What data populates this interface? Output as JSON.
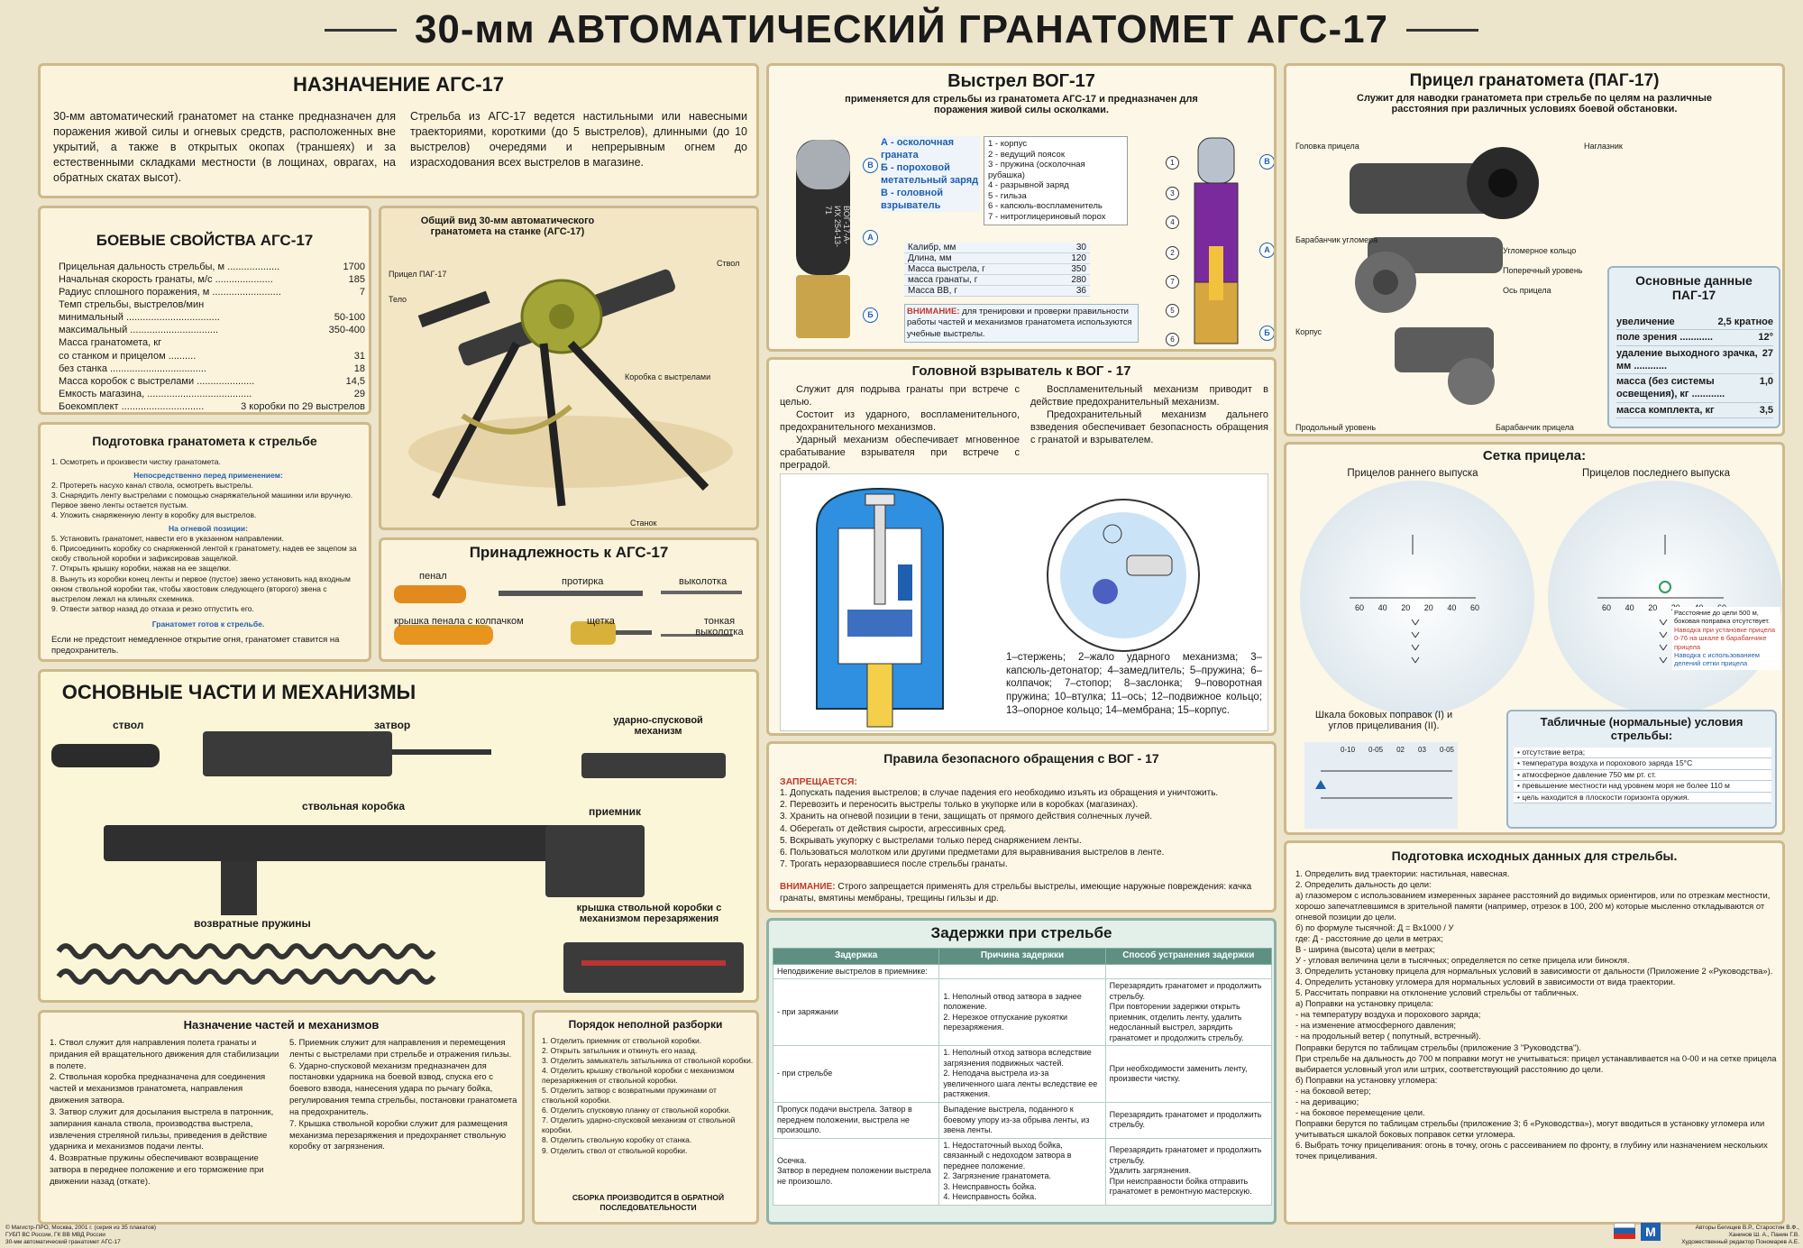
{
  "title": "30-мм АВТОМАТИЧЕСКИЙ ГРАНАТОМЕТ АГС-17",
  "purpose": {
    "heading": "НАЗНАЧЕНИЕ АГС-17",
    "col1": "30-мм автоматический гранатомет на станке предназначен для поражения живой силы и огневых средств, расположенных вне укрытий, а также в открытых окопах (траншеях) и за естественными складками местности (в лощинах, оврагах, на обратных скатах высот).",
    "col2": "Стрельба из АГС-17 ведется настильными или навесными траекториями, короткими (до 5 выстрелов), длинными (до 10 выстрелов) очередями и непрерывным огнем до израсходования всех выстрелов в магазине."
  },
  "combat": {
    "heading": "БОЕВЫЕ СВОЙСТВА АГС-17",
    "rows": [
      {
        "l": "Прицельная дальность стрельбы, м ...................",
        "v": "1700"
      },
      {
        "l": "Начальная скорость гранаты, м/с .....................",
        "v": "185"
      },
      {
        "l": "Радиус сплошного поражения, м .........................",
        "v": "7"
      },
      {
        "l": "Темп стрельбы, выстрелов/мин",
        "v": ""
      },
      {
        "l": "                 минимальный ..................................",
        "v": "50-100"
      },
      {
        "l": "                 максимальный ................................",
        "v": "350-400"
      },
      {
        "l": "Масса гранатомета, кг",
        "v": ""
      },
      {
        "l": "            со станком и прицелом ..........",
        "v": "31"
      },
      {
        "l": "            без станка ...................................",
        "v": "18"
      },
      {
        "l": "Масса коробок с выстрелами .....................",
        "v": "14,5"
      },
      {
        "l": "Емкость магазина, ......................................",
        "v": "29"
      },
      {
        "l": "Боекомплект ..............................",
        "v": "3 коробки по 29 выстрелов"
      }
    ]
  },
  "general_view": {
    "caption": "Общий вид 30-мм автоматического гранатомета на станке (АГС-17)",
    "labels": [
      "Прицел ПАГ-17",
      "Тело",
      "Ствол",
      "Коробка с выстрелами",
      "Станок"
    ]
  },
  "prep": {
    "heading": "Подготовка гранатомета к стрельбе",
    "items1": [
      "1. Осмотреть и произвести чистку гранатомета."
    ],
    "sub1": "Непосредственно перед применением:",
    "items2": [
      "2. Протереть насухо канал ствола, осмотреть выстрелы.",
      "3. Снарядить ленту выстрелами с помощью снаряжательной машинки или вручную. Первое звено ленты остается пустым.",
      "4. Уложить снаряженную ленту в коробку для выстрелов."
    ],
    "sub2": "На огневой позиции:",
    "items3": [
      "5. Установить гранатомет, навести его в указанном направлении.",
      "6. Присоединить коробку со снаряженной лентой к гранатомету, надев ее зацепом за скобу ствольной коробки и зафиксировав защелкой.",
      "7. Открыть крышку коробки, нажав на ее защелки.",
      "8. Вынуть из коробки конец ленты и первое (пустое) звено установить над входным окном ствольной коробки так, чтобы хвостовик следующего (второго) звена с выстрелом лежал на клиньях схемника.",
      "9. Отвести затвор назад до отказа и резко отпустить его."
    ],
    "ready": "Гранатомет готов к стрельбе.",
    "note": "Если не предстоит немедленное открытие огня, гранатомет ставится на предохранитель."
  },
  "accessories": {
    "heading": "Принадлежность к АГС-17",
    "items": [
      "пенал",
      "протирка",
      "выколотка",
      "крышка пенала с колпачком",
      "щетка",
      "тонкая выколотка"
    ]
  },
  "vog": {
    "heading": "Выстрел ВОГ-17",
    "sub": "применяется для стрельбы из гранатомета АГС-17 и предназначен для поражения живой силы осколками.",
    "legend": [
      "А - осколочная граната",
      "Б - пороховой метательный заряд",
      "В - головной взрыватель"
    ],
    "parts": [
      "1 - корпус",
      "2 - ведущий поясок",
      "3 - пружина (осколочная рубашка)",
      "4 - разрывной заряд",
      "5 - гильза",
      "6 - капсюль-воспламенитель",
      "7 - нитроглицериновый порох"
    ],
    "stamp": "ВОГ-17-А-ИХ 254-13-71",
    "specs": [
      {
        "l": "Калибр, мм",
        "v": "30"
      },
      {
        "l": "Длина, мм",
        "v": "120"
      },
      {
        "l": "Масса выстрела, г",
        "v": "350"
      },
      {
        "l": "масса гранаты, г",
        "v": "280"
      },
      {
        "l": "Масса ВВ, г",
        "v": "36"
      }
    ],
    "warn_label": "ВНИМАНИЕ:",
    "warn": "для тренировки и проверки правильности работы частей и механизмов гранатомета используются учебные выстрелы."
  },
  "fuze": {
    "heading": "Головной взрыватель к ВОГ - 17",
    "p1": "Служит для подрыва гранаты при встрече с целью.",
    "p2": "Состоит из ударного, воспламенительного, предохранительного механизмов.",
    "p3": "Ударный механизм обеспечивает мгновенное срабатывание взрывателя при встрече с преградой.",
    "p4": "Воспламенительный механизм приводит в действие предохранительный механизм.",
    "p5": "Предохранительный механизм дальнего взведения обеспечивает безопасность обращения с гранатой и взрывателем.",
    "legend": "1–стержень; 2–жало ударного механизма; 3–капсюль-детонатор; 4–замедлитель; 5–пружина; 6–колпачок; 7–стопор; 8–заслонка; 9–поворотная пружина; 10–втулка; 11–ось; 12–подвижное кольцо; 13–опорное кольцо; 14–мембрана; 15–корпус."
  },
  "safety": {
    "heading": "Правила безопасного обращения с ВОГ - 17",
    "forbidden": "ЗАПРЕЩАЕТСЯ:",
    "items": [
      "1. Допускать падения выстрелов; в случае падения его необходимо изъять из обращения и уничтожить.",
      "2. Перевозить и переносить выстрелы только в укупорке или в коробках (магазинах).",
      "3. Хранить на огневой позиции в тени, защищать от прямого действия солнечных лучей.",
      "4. Оберегать от действия сырости, агрессивных сред.",
      "5. Вскрывать укупорку с выстрелами только перед снаряжением ленты.",
      "6. Пользоваться молотком или другими предметами для выравнивания выстрелов в ленте.",
      "7. Трогать неразорвавшиеся после стрельбы гранаты."
    ],
    "warn_label": "ВНИМАНИЕ:",
    "warn": "Строго запрещается применять для стрельбы выстрелы, имеющие наружные повреждения: качка гранаты, вмятины мембраны, трещины гильзы и др."
  },
  "sight": {
    "heading": "Прицел гранатомета (ПАГ-17)",
    "sub": "Служит для наводки гранатомета при стрельбе по целям на различные расстояния при различных условиях боевой обстановки.",
    "labels": [
      "Головка прицела",
      "Наглазник",
      "Барабанчик угломера",
      "Угломерное кольцо",
      "Поперечный уровень",
      "Ось прицела",
      "Корпус",
      "Продольный уровень",
      "Барабанчик прицела"
    ],
    "data_heading": "Основные данные ПАГ-17",
    "data": [
      {
        "l": "увеличение",
        "v": "2,5 кратное"
      },
      {
        "l": "поле зрения ............",
        "v": "12°"
      },
      {
        "l": "удаление выходного зрачка, мм ............",
        "v": "27"
      },
      {
        "l": "масса (без системы освещения), кг ............",
        "v": "1,0"
      },
      {
        "l": "масса комплекта, кг",
        "v": "3,5"
      }
    ]
  },
  "reticle": {
    "heading": "Сетка прицела:",
    "early": "Прицелов раннего выпуска",
    "late": "Прицелов последнего выпуска",
    "scale_nums": [
      "60",
      "40",
      "20",
      "20",
      "40",
      "60"
    ],
    "notes": [
      "Расстояние до цели 500 м, боковая поправка отсутствует.",
      "Наводка при установке прицела 0-76 на шкале в барабанчике прицела",
      "Наводка с использованием делений сетки прицела"
    ],
    "scale_caption": "Шкала боковых поправок (I) и углов прицеливания (II).",
    "scale_labels": [
      "0-10",
      "0-05",
      "02",
      "03",
      "0-05"
    ]
  },
  "normal": {
    "heading": "Табличные (нормальные) условия стрельбы:",
    "items": [
      "отсутствие ветра;",
      "температура воздуха и порохового заряда 15°С",
      "атмосферное давление 750 мм рт. ст.",
      "превышение местности над уровнем моря не более 110 м",
      "цель находится в плоскости горизонта оружия."
    ]
  },
  "initial": {
    "heading": "Подготовка исходных данных для стрельбы.",
    "lines": [
      "1. Определить вид траектории: настильная, навесная.",
      "2. Определить дальность до цели:",
      "а) глазомером с использованием измеренных заранее расстояний до видимых ориентиров, или по отрезкам местности, хорошо запечатлевшимся в зрительной памяти (например, отрезок в 100, 200 м) которые мысленно откладываются от огневой позиции до цели.",
      "б) по формуле тысячной:  Д = Вх1000 / У",
      "где:  Д - расстояние до цели в метрах;",
      "В - ширина (высота) цели в метрах;",
      "У - угловая величина цели в тысячных; определяется по сетке прицела или бинокля.",
      "3. Определить установку прицела для нормальных условий в зависимости от дальности (Приложение 2 «Руководства»).",
      "4. Определить установку угломера для нормальных условий в зависимости от вида траектории.",
      "5. Рассчитать поправки на отклонение условий стрельбы от табличных.",
      "а) Поправки на установку прицела:",
      "- на температуру воздуха и порохового заряда;",
      "- на изменение атмосферного давления;",
      "- на продольный ветер ( попутный, встречный).",
      "Поправки берутся по таблицам стрельбы (приложение 3 \"Руководства\").",
      "При стрельбе на дальность до 700 м поправки могут не учитываться: прицел устанавливается на 0-00 и на сетке прицела выбирается условный угол или штрих, соответствующий расстоянию до цели.",
      "б) Поправки на установку угломера:",
      "- на боковой ветер;",
      "- на деривацию;",
      "- на боковое перемещение цели.",
      "Поправки берутся по таблицам стрельбы (приложение 3; б «Руководства»), могут вводиться в установку угломера или учитываться шкалой боковых поправок сетки угломера.",
      "6. Выбрать точку прицеливания: огонь в точку, огонь с рассеиванием по фронту, в глубину или назначением нескольких точек прицеливания."
    ]
  },
  "parts": {
    "heading": "ОСНОВНЫЕ ЧАСТИ И МЕХАНИЗМЫ",
    "labels": [
      "ствол",
      "затвор",
      "ударно-спусковой механизм",
      "ствольная коробка",
      "приемник",
      "возвратные пружины",
      "крышка ствольной коробки с механизмом перезаряжения"
    ]
  },
  "purpose_parts": {
    "heading": "Назначение частей и механизмов",
    "col1": [
      "1. Ствол служит для направления полета гранаты и придания ей вращательного движения для стабилизации в полете.",
      "2. Ствольная коробка предназначена для соединения частей и механизмов гранатомета, направления движения затвора.",
      "3. Затвор служит для досылания выстрела в патронник, запирания канала ствола, производства выстрела, извлечения стреляной гильзы, приведения в действие ударника и механизмов подачи ленты.",
      "4. Возвратные пружины обеспечивают возвращение затвора в переднее положение и его торможение при движении назад (откате)."
    ],
    "col2": [
      "5. Приемник служит для направления и перемещения ленты с выстрелами при стрельбе и отражения гильзы.",
      "6. Ударно-спусковой механизм предназначен для постановки ударника на боевой взвод, спуска его с боевого взвода, нанесения удара по рычагу бойка, регулирования темпа стрельбы, постановки гранатомета на предохранитель.",
      "7. Крышка ствольной коробки служит для размещения механизма перезаряжения и предохраняет ствольную коробку от загрязнения."
    ]
  },
  "disassembly": {
    "heading": "Порядок неполной разборки",
    "items": [
      "1. Отделить приемник от ствольной коробки.",
      "2. Открыть затыльник и откинуть его назад.",
      "3. Отделить замыкатель затыльника от ствольной коробки.",
      "4. Отделить крышку ствольной коробки с механизмом перезаряжения от ствольной коробки.",
      "5. Отделить затвор с возвратными пружинами от ствольной коробки.",
      "6. Отделить спусковую планку от ствольной коробки.",
      "7. Отделить ударно-спусковой механизм от ствольной коробки.",
      "8. Отделить ствольную коробку от станка.",
      "9. Отделить ствол от ствольной коробки."
    ],
    "note": "СБОРКА ПРОИЗВОДИТСЯ В ОБРАТНОЙ ПОСЛЕДОВАТЕЛЬНОСТИ"
  },
  "delays": {
    "heading": "Задержки при стрельбе",
    "cols": [
      "Задержка",
      "Причина задержки",
      "Способ устранения задержки"
    ],
    "first": "Неподвижение выстрелов в приемнике:",
    "rows": [
      {
        "a": "- при заряжании",
        "b": "1. Неполный отвод затвора в заднее положение.\n2. Нерезкое отпускание рукоятки перезаряжения.",
        "c": "Перезарядить гранатомет и продолжить стрельбу.\nПри повторении задержки открыть приемник, отделить ленту, удалить недосланный выстрел, зарядить гранатомет и продолжить стрельбу."
      },
      {
        "a": "- при стрельбе",
        "b": "1. Неполный отход затвора вследствие загрязнения подвижных частей.\n2. Неподача выстрела из-за увеличенного шага ленты вследствие ее растяжения.",
        "c": "При необходимости заменить ленту, произвести чистку."
      },
      {
        "a": "Пропуск подачи выстрела. Затвор в переднем положении, выстрела не произошло.",
        "b": "Выпадение выстрела, поданного к боевому упору из-за обрыва ленты, из звена ленты.",
        "c": "Перезарядить гранатомет и продолжить стрельбу."
      },
      {
        "a": "Осечка.\nЗатвор в переднем положении выстрела не произошло.",
        "b": "1. Недостаточный выход бойка, связанный с недоходом затвора в переднее положение.\n2. Загрязнение гранатомета.\n3. Неисправность бойка.\n4. Неисправность бойка.",
        "c": "Перезарядить гранатомет и продолжить стрельбу.\nУдалить загрязнения.\nПри неисправности бойка отправить гранатомет в ремонтную мастерскую."
      }
    ]
  },
  "footer": {
    "left": [
      "© Магистр-ПРО, Москва, 2001 г. (серия из 35 плакатов)",
      "ГУБП ВС России, ГК ВВ МВД России",
      "30-мм автоматический гранатомет АГС-17"
    ],
    "right": [
      "Авторы Бегищев В.Р., Старостин В.Ф.,",
      "Ханинов Ш. А., Панин Г.В.",
      "Художественный редактор Пономарев А.Е."
    ],
    "logo": "М"
  },
  "colors": {
    "bg": "#ede4cc",
    "panel": "#fbf3dc",
    "accent": "#1f5fb0",
    "danger": "#c0392b"
  }
}
